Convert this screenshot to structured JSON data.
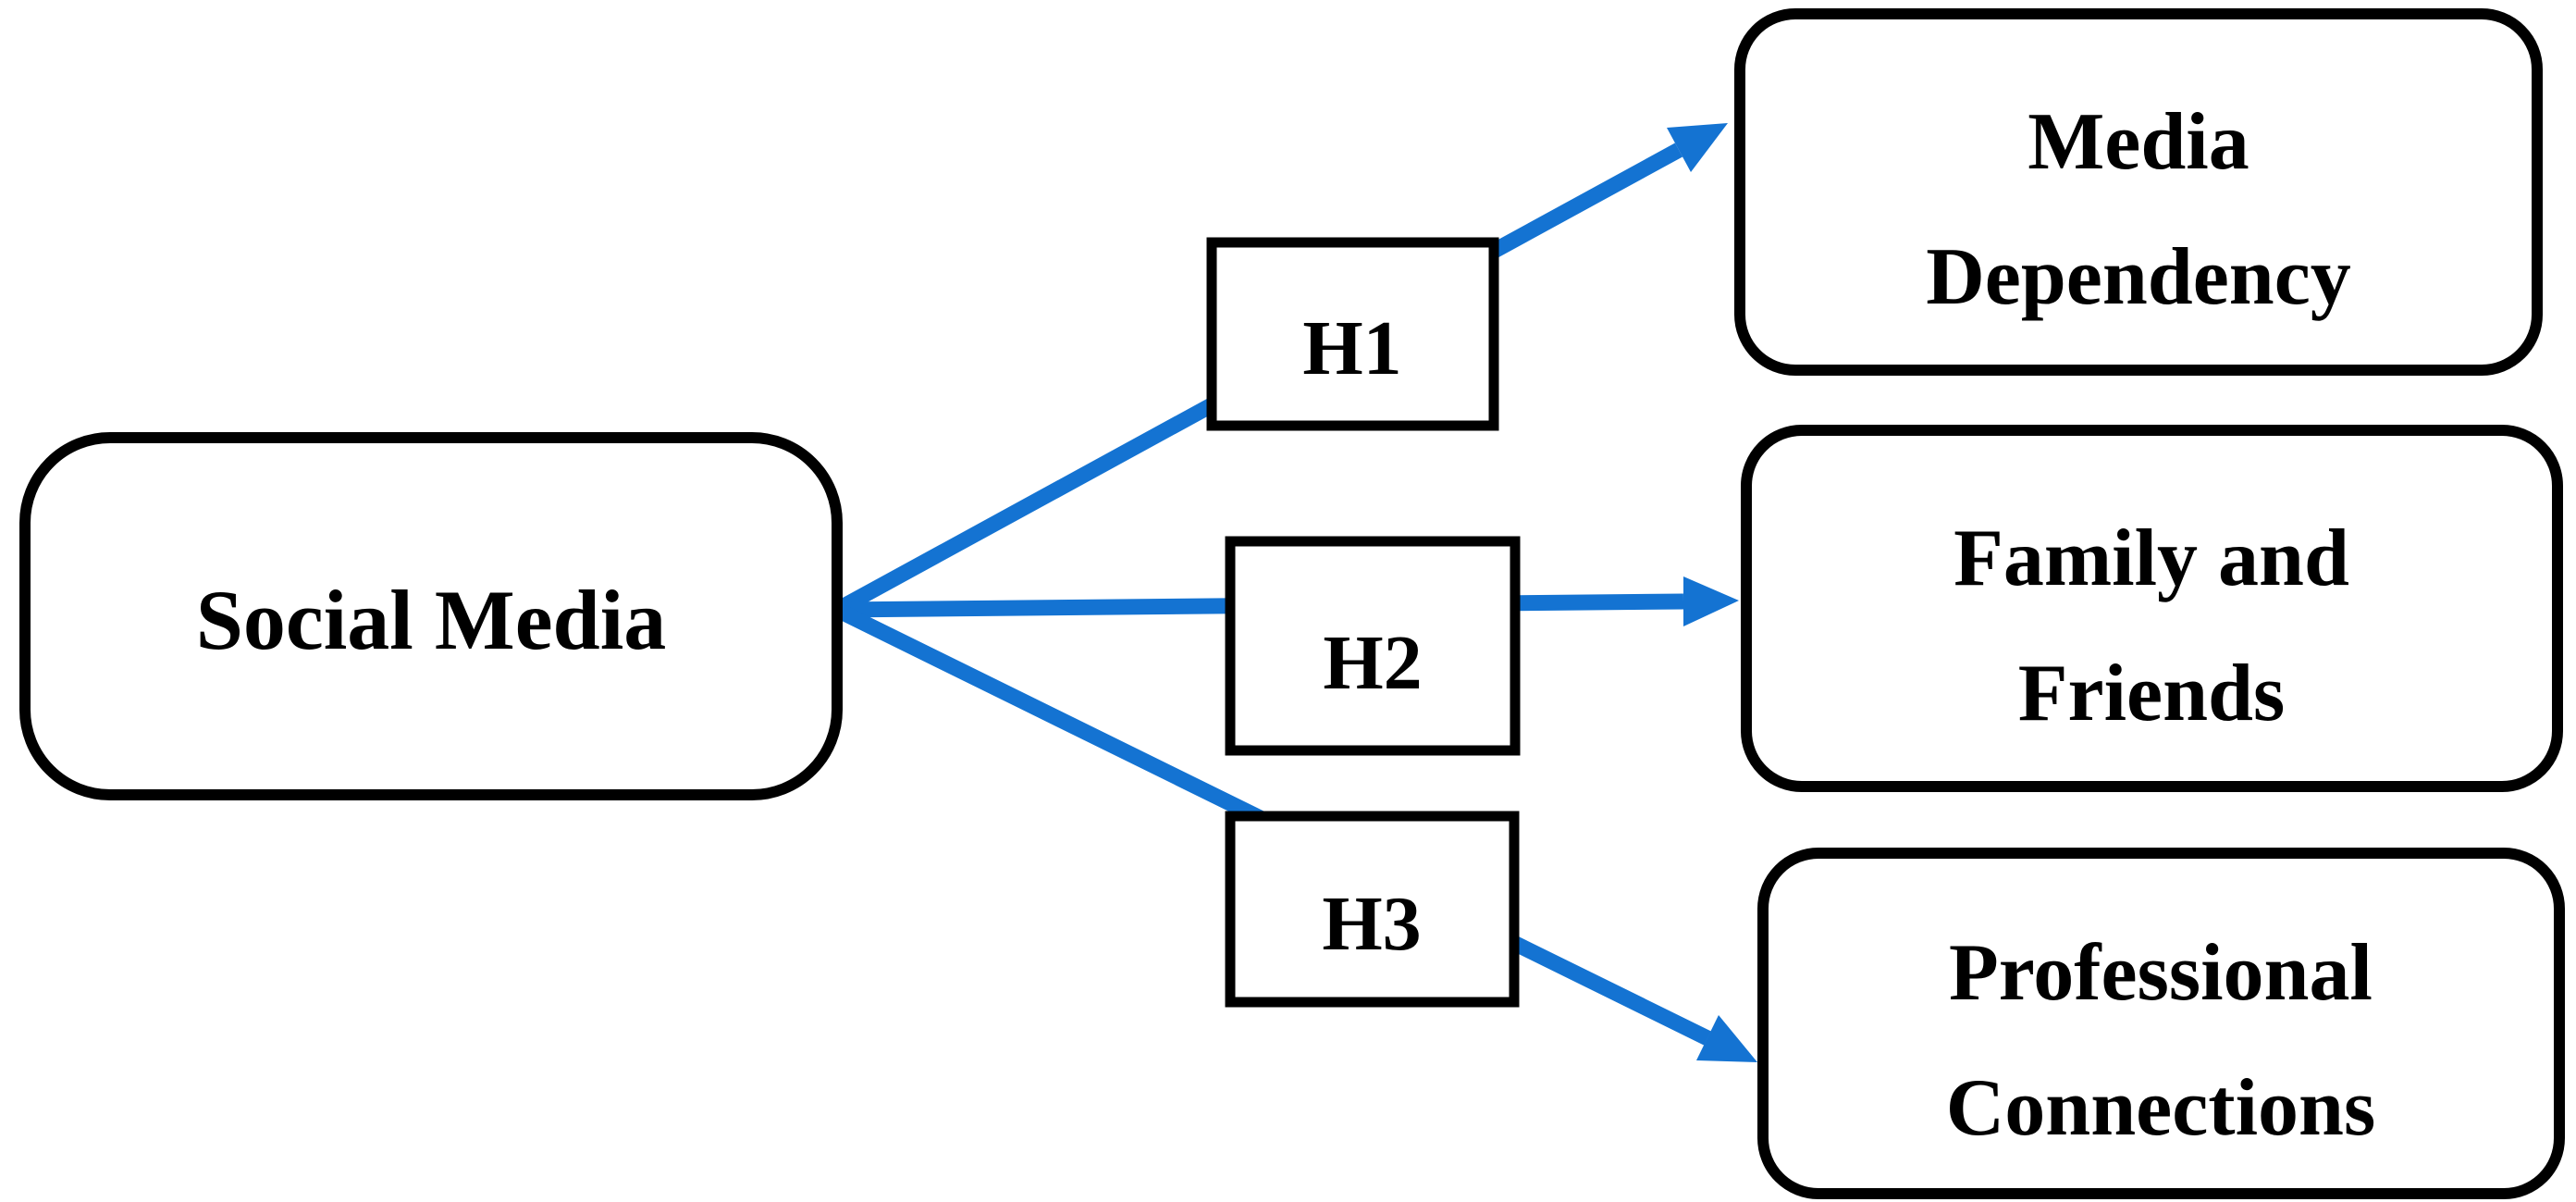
{
  "figure": {
    "background": "#FFFFFF",
    "arrow_color": "#1473D2",
    "border_color": "#000000",
    "node_fill": "#FFFFFF",
    "text_color": "#000000"
  },
  "source": {
    "label": "Social Media"
  },
  "hypotheses": [
    {
      "label": "H1"
    },
    {
      "label": "H2"
    },
    {
      "label": "H3"
    }
  ],
  "targets": [
    {
      "line1": "Media",
      "line2": "Dependency"
    },
    {
      "line1": "Family and",
      "line2": "Friends"
    },
    {
      "line1": "Professional",
      "line2": "Connections"
    }
  ]
}
